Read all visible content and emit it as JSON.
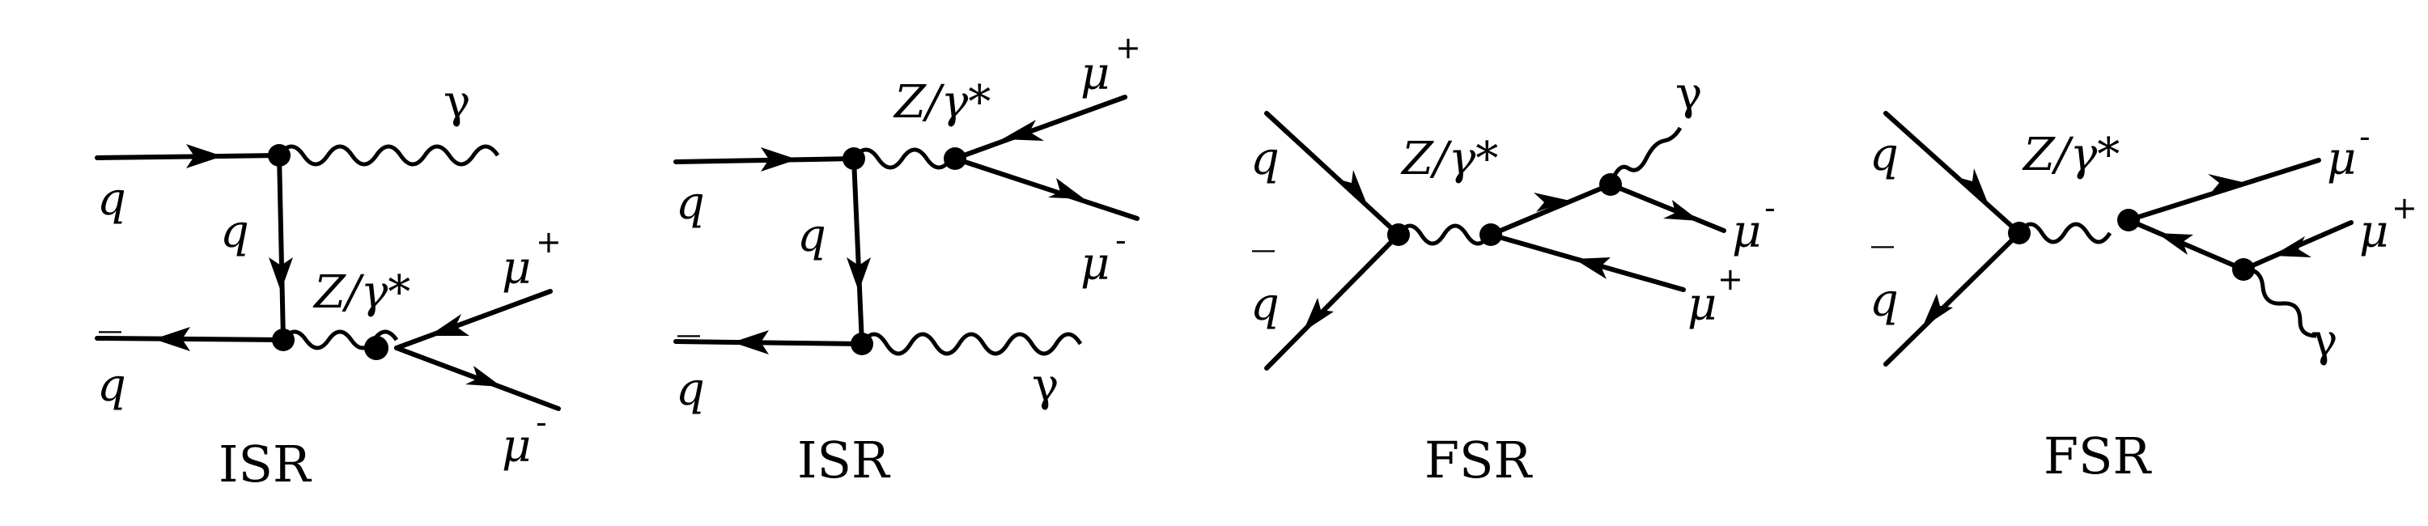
{
  "labels": {
    "q": "q",
    "qbar": "q",
    "bar": "‾",
    "gamma": "γ",
    "zg": "Z/γ*",
    "mu": "μ",
    "plus": "+",
    "minus": "-"
  },
  "captions": [
    "ISR",
    "ISR",
    "FSR",
    "FSR"
  ]
}
